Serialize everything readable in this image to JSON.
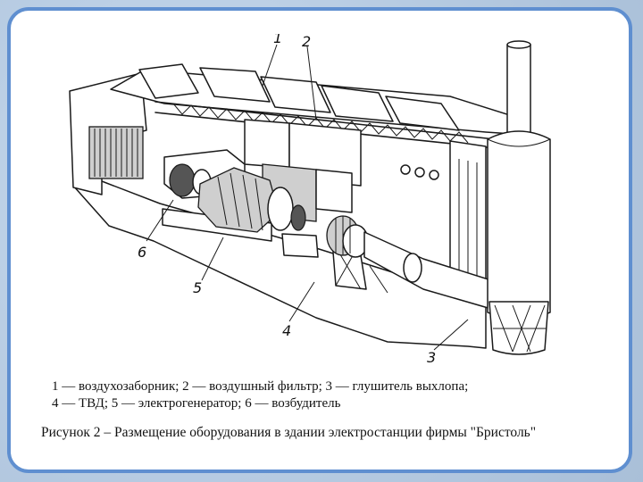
{
  "figure": {
    "labels": [
      "1",
      "2",
      "3",
      "4",
      "5",
      "6"
    ],
    "legend_line1": "1 — воздухозаборник; 2 — воздушный фильтр; 3 — глушитель выхлопа;",
    "legend_line2": "4 — ТВД; 5 — электрогенератор; 6 — возбудитель",
    "caption": "Рисунок 2 – Размещение оборудования в здании электростанции фирмы \"Бристоль\""
  }
}
